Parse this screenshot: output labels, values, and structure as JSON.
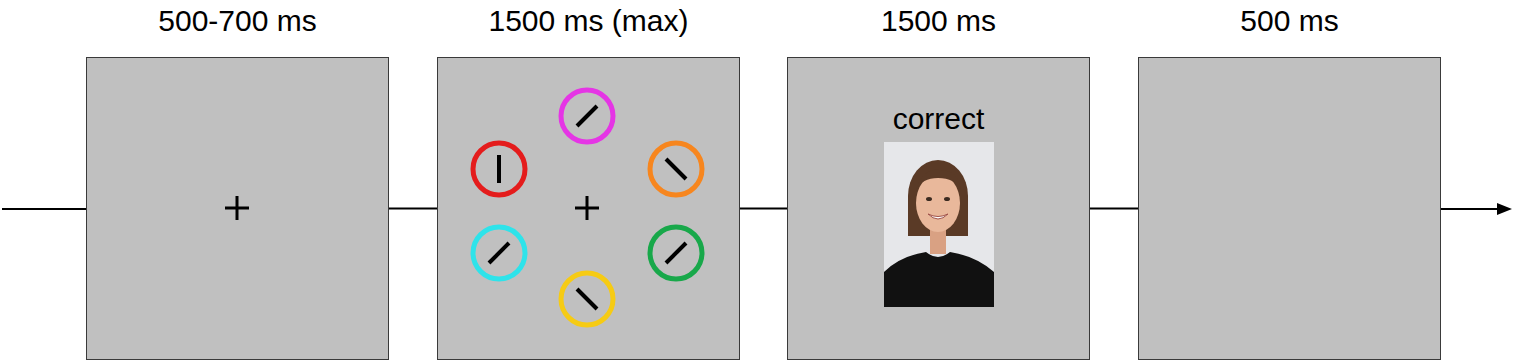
{
  "diagram": {
    "nodes": [
      {
        "text": [
          "500-700 ms"
        ]
      },
      {
        "text": [
          "1500 ms (max)"
        ]
      },
      {
        "text": [
          "1500 ms",
          "correct"
        ]
      },
      {
        "text": [
          "500 ms"
        ]
      }
    ],
    "edges": [
      {
        "from": 0,
        "to": 1,
        "arrow": "none"
      },
      {
        "from": 1,
        "to": 2,
        "arrow": "none"
      },
      {
        "from": 2,
        "to": 3,
        "arrow": "none"
      }
    ]
  }
}
